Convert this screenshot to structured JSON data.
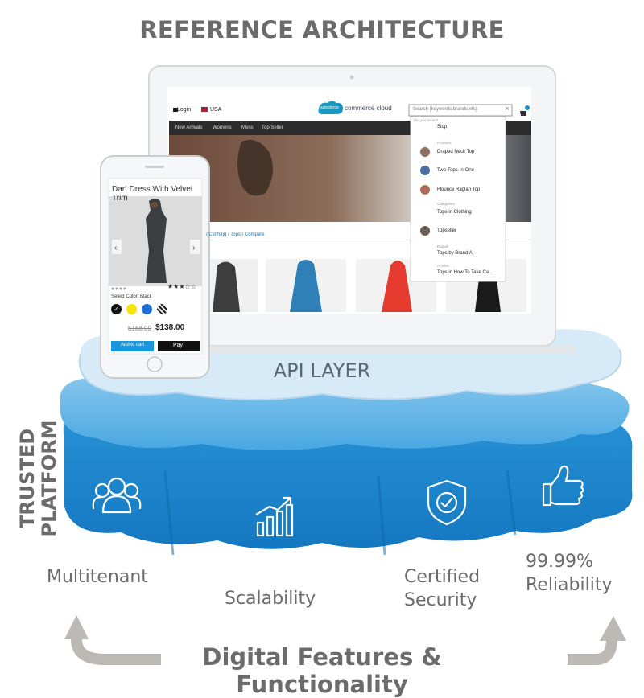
{
  "title": "REFERENCE ARCHITECTURE",
  "api_layer": "API LAYER",
  "trusted_platform": [
    "TRUSTED",
    "PLATFORM"
  ],
  "pillars": [
    {
      "label": [
        "Multitenant"
      ],
      "icon": "users-icon"
    },
    {
      "label": [
        "Scalability"
      ],
      "icon": "growth-chart-icon"
    },
    {
      "label": [
        "Certified",
        "Security"
      ],
      "icon": "shield-check-icon"
    },
    {
      "label": [
        "99.99%",
        "Reliability"
      ],
      "icon": "thumbs-up-icon"
    }
  ],
  "bottom_label": "Digital Features & Functionality",
  "colors": {
    "cloud_dark": "#1f8ad0",
    "cloud_mid": "#5db3e6",
    "cloud_light": "#cfe6f6",
    "text": "#6b6b6b",
    "arrow": "#bcb8b3"
  },
  "laptop": {
    "login": "Login",
    "country": "USA",
    "logo_brand": "salesforce",
    "logo_text": "commerce cloud",
    "search_placeholder": "Search (keywords,brands,etc)",
    "nav": [
      "New Arrivals",
      "Womens",
      "Mens",
      "Top Seller"
    ],
    "breadcrumb": "/ Clothing / Tops / Compare",
    "dropdown": {
      "did_you_mean_label": "Did you mean?",
      "did_you_mean": "Stop",
      "products_label": "Products",
      "products": [
        "Draped Neck Top",
        "Two-Tops-In-One",
        "Flounce Raglan Top"
      ],
      "categories_label": "Categories",
      "category": "Tops in Clothing",
      "category_2": "Topseller",
      "brands_label": "Brands",
      "brand": "Tops by Brand A",
      "articles_label": "Articles",
      "article": "Tops in How To Take Ca..."
    }
  },
  "phone": {
    "product_title": "Dart Dress With Velvet Trim",
    "rating": 3.5,
    "rating_text": "★★★☆☆",
    "select_color": "Select Color: Black",
    "old_price": "$188.00",
    "new_price": "$138.00",
    "add_to_cart": "Add to cart",
    "pay": "Pay",
    "swatches": [
      "#111111",
      "#f5e50a",
      "#1d6fd6",
      "#444444"
    ]
  }
}
